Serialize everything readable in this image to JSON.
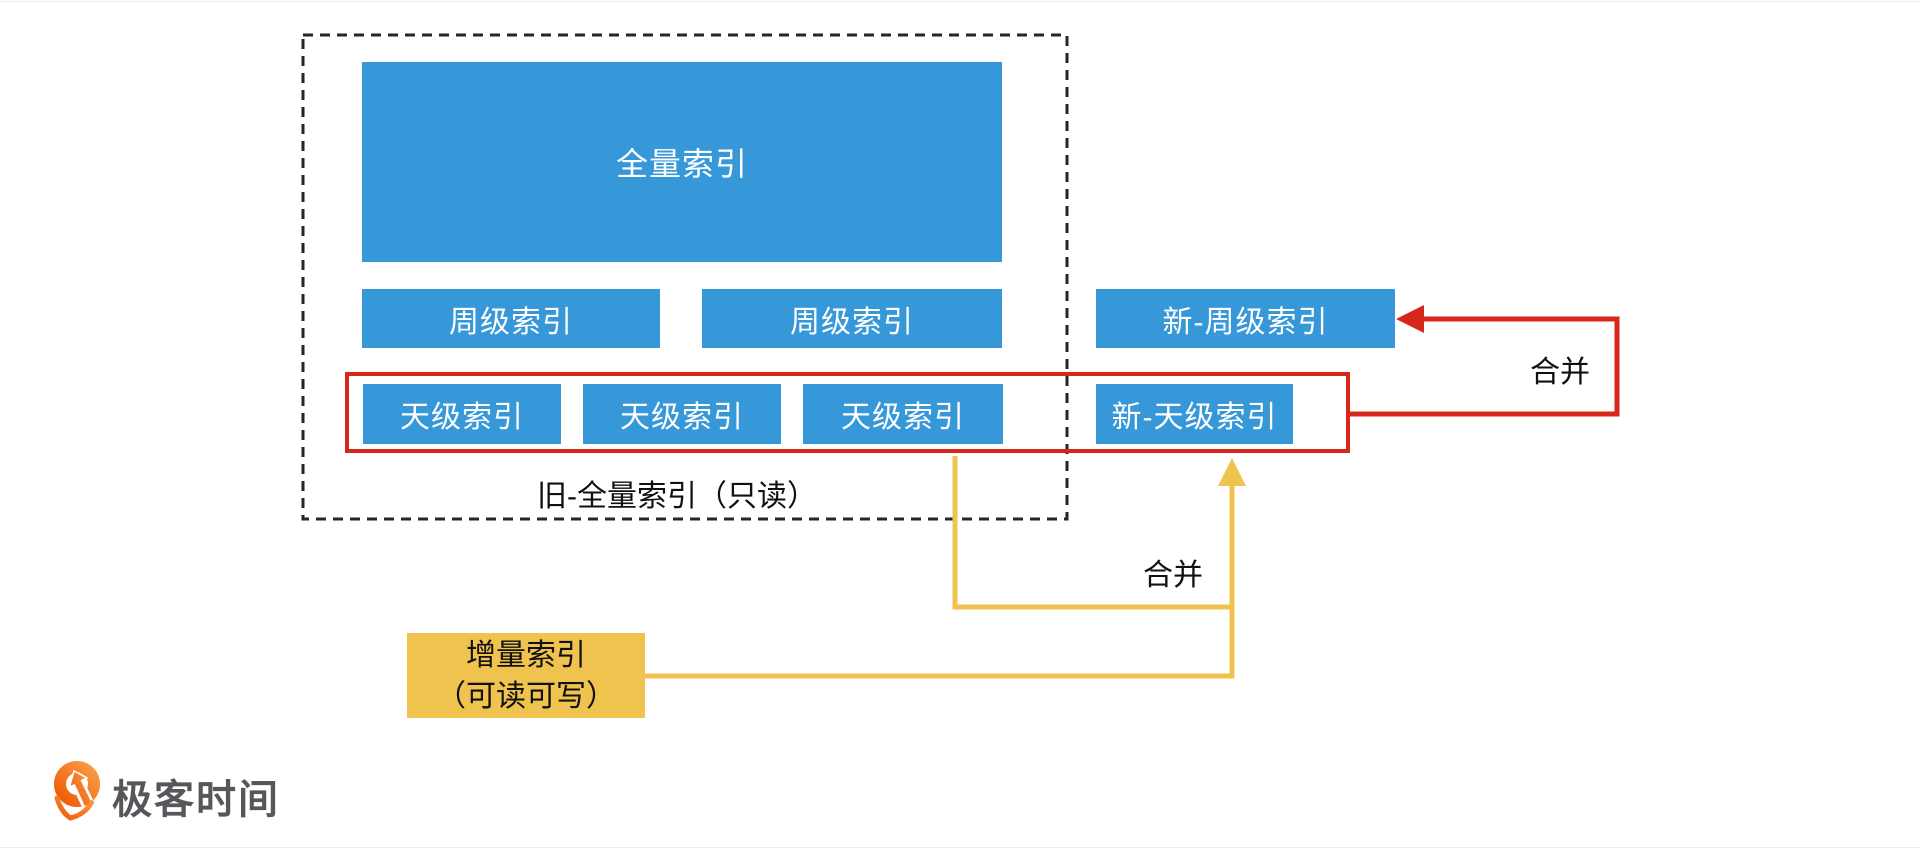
{
  "diagram": {
    "full_index": {
      "label": "全量索引"
    },
    "week_indexes": [
      {
        "label": "周级索引"
      },
      {
        "label": "周级索引"
      }
    ],
    "day_indexes": [
      {
        "label": "天级索引"
      },
      {
        "label": "天级索引"
      },
      {
        "label": "天级索引"
      }
    ],
    "new_week_index": {
      "label": "新-周级索引"
    },
    "new_day_index": {
      "label": "新-天级索引"
    },
    "old_full_index_caption": "旧-全量索引（只读）",
    "incremental_index": {
      "line1": "增量索引",
      "line2": "（可读可写）"
    },
    "merge_to_week_label": "合并",
    "merge_to_day_label": "合并"
  },
  "colors": {
    "index_box_blue": "#3697D9",
    "highlight_red": "#D5281B",
    "incremental_yellow": "#F0C24E",
    "dashed_border": "#23252E",
    "logo_orange": "#F4670D",
    "logo_text_gray": "#57575B"
  },
  "footer": {
    "brand": "极客时间"
  }
}
